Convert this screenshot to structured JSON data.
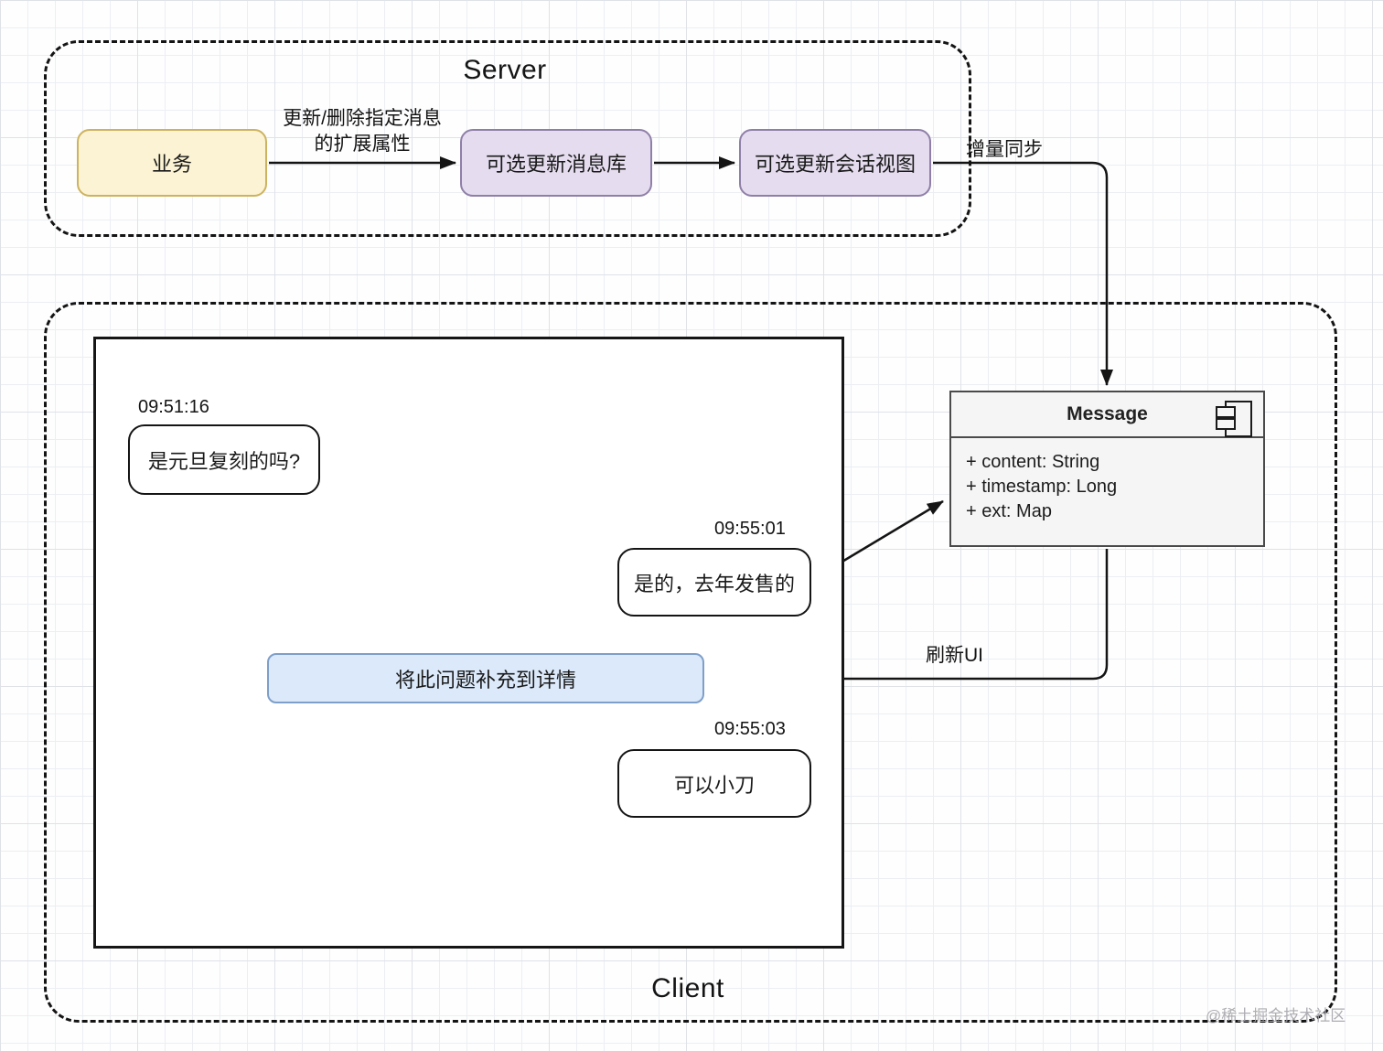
{
  "server": {
    "label": "Server",
    "nodes": {
      "business": {
        "label": "业务"
      },
      "update_message_db": {
        "label": "可选更新消息库"
      },
      "update_conversation_view": {
        "label": "可选更新会话视图"
      }
    },
    "edges": {
      "update_delete_ext": {
        "label": "更新/删除指定消息的扩展属性"
      },
      "incremental_sync": {
        "label": "增量同步"
      }
    }
  },
  "client": {
    "label": "Client",
    "chat": {
      "message1": {
        "time": "09:51:16",
        "text": "是元旦复刻的吗?"
      },
      "message2": {
        "time": "09:55:01",
        "text": "是的，去年发售的"
      },
      "action": {
        "label": "将此问题补充到详情"
      },
      "message3": {
        "time": "09:55:03",
        "text": "可以小刀"
      }
    },
    "edges": {
      "refresh_ui": {
        "label": "刷新UI"
      }
    }
  },
  "message_class": {
    "title": "Message",
    "attributes": [
      "+ content: String",
      "+ timestamp: Long",
      "+ ext: Map"
    ]
  },
  "watermark": "@稀土掘金技术社区",
  "colors": {
    "line": "#141414",
    "business_fill": "#fbf3d3",
    "business_border": "#cdb35f",
    "purple_fill": "#e5ddef",
    "purple_border": "#8f7fa8",
    "action_fill": "#dbe9fa",
    "action_border": "#7e9fc9",
    "class_fill": "#f5f5f6",
    "class_border": "#4a4a4a"
  }
}
